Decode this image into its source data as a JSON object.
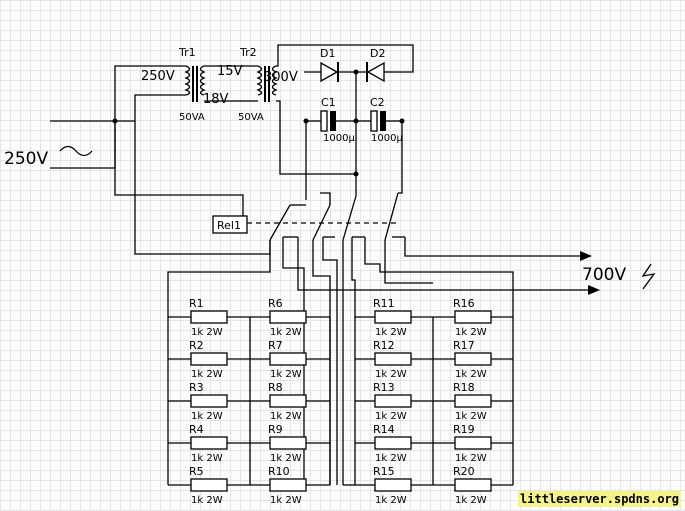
{
  "input": {
    "voltage": "250V"
  },
  "output": {
    "voltage": "700V"
  },
  "transformers": [
    {
      "name": "Tr1",
      "primary": "250V",
      "secondary": "18V",
      "power": "50VA"
    },
    {
      "name": "Tr2",
      "primary": "15V",
      "secondary": "300V",
      "power": "50VA"
    }
  ],
  "diodes": [
    "D1",
    "D2"
  ],
  "capacitors": [
    {
      "name": "C1",
      "value": "1000µ"
    },
    {
      "name": "C2",
      "value": "1000µ"
    }
  ],
  "relay": "Rel1",
  "resistors": [
    {
      "name": "R1",
      "value": "1k 2W"
    },
    {
      "name": "R2",
      "value": "1k 2W"
    },
    {
      "name": "R3",
      "value": "1k 2W"
    },
    {
      "name": "R4",
      "value": "1k 2W"
    },
    {
      "name": "R5",
      "value": "1k 2W"
    },
    {
      "name": "R6",
      "value": "1k 2W"
    },
    {
      "name": "R7",
      "value": "1k 2W"
    },
    {
      "name": "R8",
      "value": "1k 2W"
    },
    {
      "name": "R9",
      "value": "1k 2W"
    },
    {
      "name": "R10",
      "value": "1k 2W"
    },
    {
      "name": "R11",
      "value": "1k 2W"
    },
    {
      "name": "R12",
      "value": "1k 2W"
    },
    {
      "name": "R13",
      "value": "1k 2W"
    },
    {
      "name": "R14",
      "value": "1k 2W"
    },
    {
      "name": "R15",
      "value": "1k 2W"
    },
    {
      "name": "R16",
      "value": "1k 2W"
    },
    {
      "name": "R17",
      "value": "1k 2W"
    },
    {
      "name": "R18",
      "value": "1k 2W"
    },
    {
      "name": "R19",
      "value": "1k 2W"
    },
    {
      "name": "R20",
      "value": "1k 2W"
    }
  ],
  "watermark": "littleserver.spdns.org"
}
